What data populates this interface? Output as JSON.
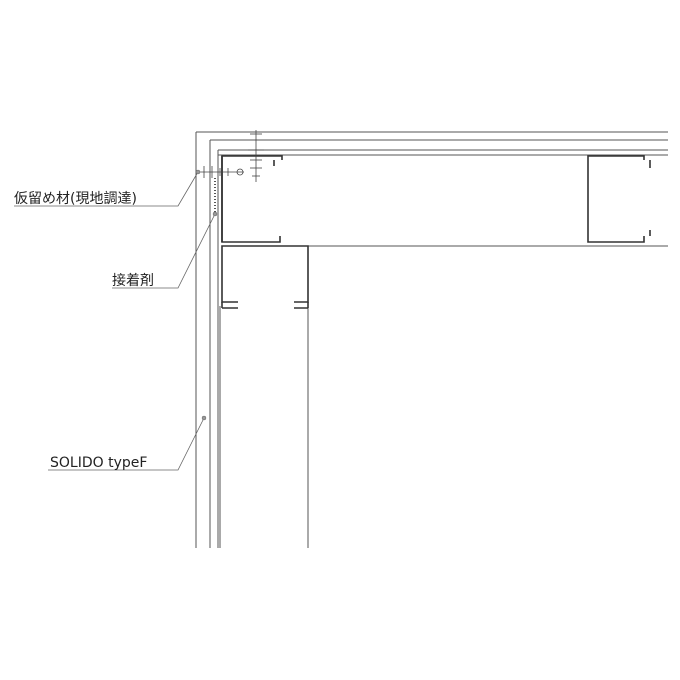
{
  "labels": {
    "temporary_fixing": "仮留め材(現地調達)",
    "adhesive": "接着剤",
    "panel": "SOLIDO typeF"
  },
  "colors": {
    "background": "#ffffff",
    "line": "#555555",
    "text": "#222222"
  },
  "icons": {
    "screw": "screw-icon",
    "leader_dot": "leader-dot-icon"
  }
}
